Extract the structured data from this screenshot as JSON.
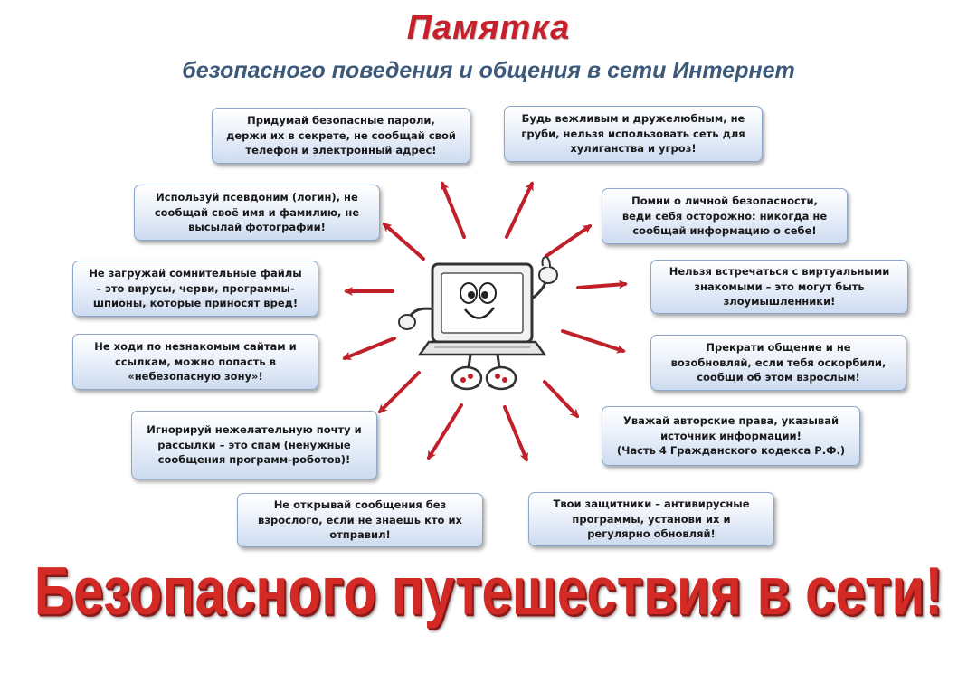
{
  "header": {
    "title": "Памятка",
    "subtitle": "безопасного поведения и общения в сети Интернет"
  },
  "tips": {
    "passwords": "Придумай безопасные пароли,\nдержи их в секрете, не сообщай свой\nтелефон и электронный адрес!",
    "polite": "Будь вежливым и дружелюбным, не\nгруби, нельзя использовать сеть для\nхулиганства и угроз!",
    "pseudonym": "Используй псевдоним (логин), не\nсообщай своё имя и фамилию, не\nвысылай фотографии!",
    "personal_safety": "Помни о личной безопасности,\nведи себя осторожно: никогда не\nсообщай информацию о себе!",
    "files": "Не загружай сомнительные файлы\n– это вирусы, черви, программы-\nшпионы, которые приносят вред!",
    "virtual_friends": "Нельзя встречаться с виртуальными\nзнакомыми – это могут быть\nзлоумышленники!",
    "unknown_sites": "Не ходи по незнакомым сайтам и\nссылкам, можно попасть в\n«небезопасную зону»!",
    "stop_contact": "Прекрати общение и не\nвозобновляй, если тебя оскорбили,\nсообщи об этом взрослым!",
    "spam": "Игнорируй нежелательную почту и\nрассылки – это спам (ненужные\nсообщения программ-роботов)!",
    "copyright": "Уважай авторские права, указывай\nисточник информации!\n(Часть 4 Гражданского кодекса Р.Ф.)",
    "messages": "Не открывай сообщения без\nвзрослого, если не знаешь кто их\nотправил!",
    "antivirus": "Твои защитники – антивирусные\nпрограммы, установи их и\nрегулярно обновляй!"
  },
  "slogan": "Безопасного путешествия в сети!",
  "colors": {
    "title": "#c8202a",
    "subtitle": "#3d5a7a",
    "arrow": "#c0202a",
    "tip_border": "#8aa6c8"
  },
  "icons": {
    "mascot": "laptop-mascot-icon",
    "arrow": "arrow-icon"
  }
}
